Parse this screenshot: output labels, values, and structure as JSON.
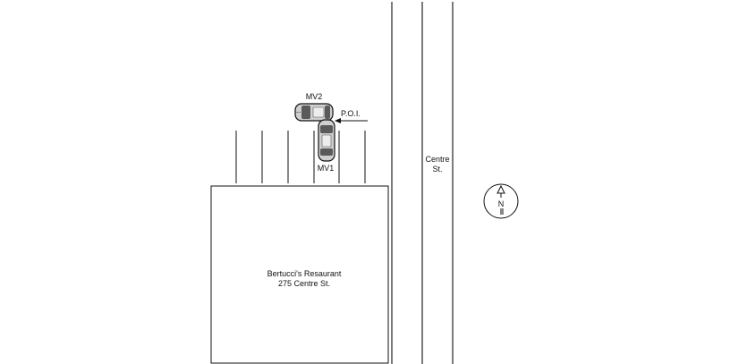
{
  "vehicles": {
    "mv1_label": "MV1",
    "mv2_label": "MV2"
  },
  "poi_label": "P.O.I.",
  "street": {
    "name_line1": "Centre",
    "name_line2": "St."
  },
  "building": {
    "name": "Bertucci's Resaurant",
    "address": "275 Centre St."
  },
  "compass": {
    "label": "N"
  }
}
